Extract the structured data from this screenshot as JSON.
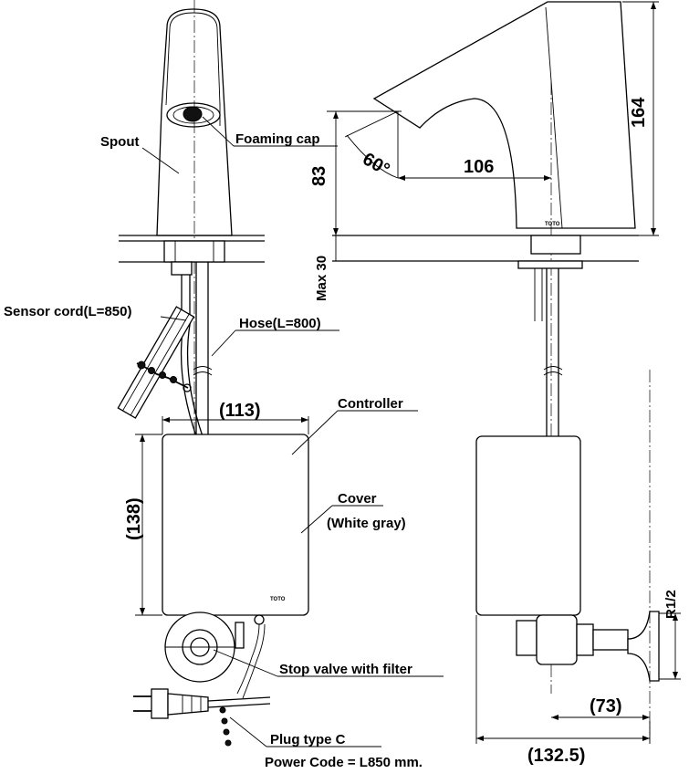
{
  "labels": {
    "spout": "Spout",
    "foaming_cap": "Foaming cap",
    "sensor_cord": "Sensor cord(L=850)",
    "hose": "Hose(L=800)",
    "controller": "Controller",
    "cover": "Cover",
    "cover_color": "(White gray)",
    "stop_valve": "Stop valve with filter",
    "plug_type": "Plug type C",
    "power_code": "Power Code = L850 mm.",
    "brand_mark": "TOTO",
    "thread_size": "R1/2"
  },
  "dimensions": {
    "height_total": "164",
    "height_outlet": "83",
    "reach": "106",
    "angle": "60°",
    "max_counter": "Max 30",
    "controller_width": "(113)",
    "controller_height": "(138)",
    "valve_offset": "(73)",
    "overall_depth": "(132.5)"
  }
}
